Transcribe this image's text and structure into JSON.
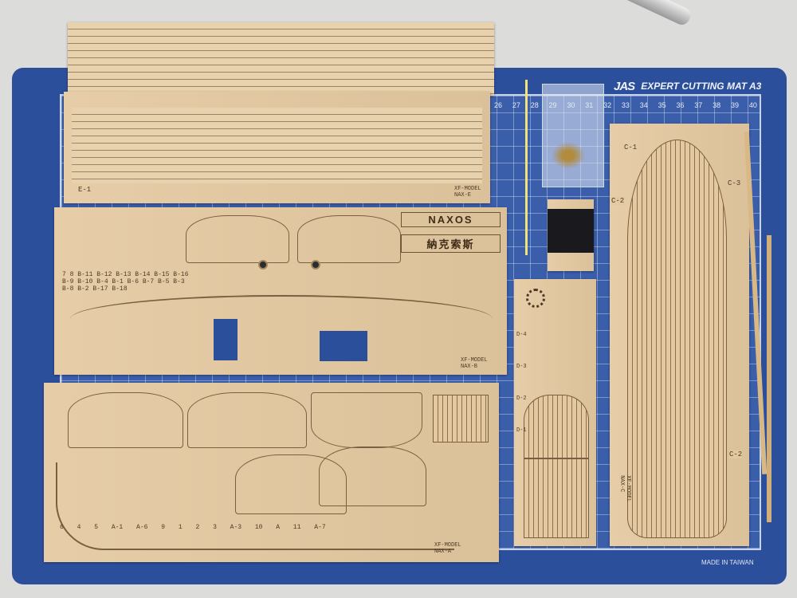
{
  "mat": {
    "brand": "JAS",
    "title": "EXPERT CUTTING MAT A3",
    "origin": "MADE IN TAIWAN",
    "ruler": [
      "26",
      "27",
      "28",
      "29",
      "30",
      "31",
      "32",
      "33",
      "34",
      "35",
      "36",
      "37",
      "38",
      "39",
      "40"
    ]
  },
  "sheet_e": {
    "label": "E-1",
    "mark": "XF-MODEL\nNAX-E"
  },
  "sheet_b": {
    "name_en": "NAXOS",
    "name_cn": "納克索斯",
    "mark": "XF-MODEL\nNAX-B",
    "parts": [
      "7",
      "8",
      "B-11",
      "B-12",
      "B-13",
      "B-14",
      "B-15",
      "B-16",
      "B-9",
      "B-10",
      "B-4",
      "B-1",
      "B-6",
      "B-7",
      "B-5",
      "B-3",
      "B-8",
      "B-2",
      "B-17",
      "B-18"
    ]
  },
  "sheet_a": {
    "mark": "XF-MODEL\nNAX-A",
    "parts": [
      "6",
      "4",
      "5",
      "A-1",
      "A-6",
      "9",
      "1",
      "2",
      "3",
      "A-3",
      "10",
      "A",
      "11",
      "A-7"
    ]
  },
  "sheet_d": {
    "parts": [
      "D-4",
      "D-3",
      "D-2",
      "D-1"
    ]
  },
  "sheet_c": {
    "mark": "XF-MODEL\nNAX-C",
    "parts": [
      "C-1",
      "C-2",
      "C-3",
      "C-2"
    ]
  }
}
